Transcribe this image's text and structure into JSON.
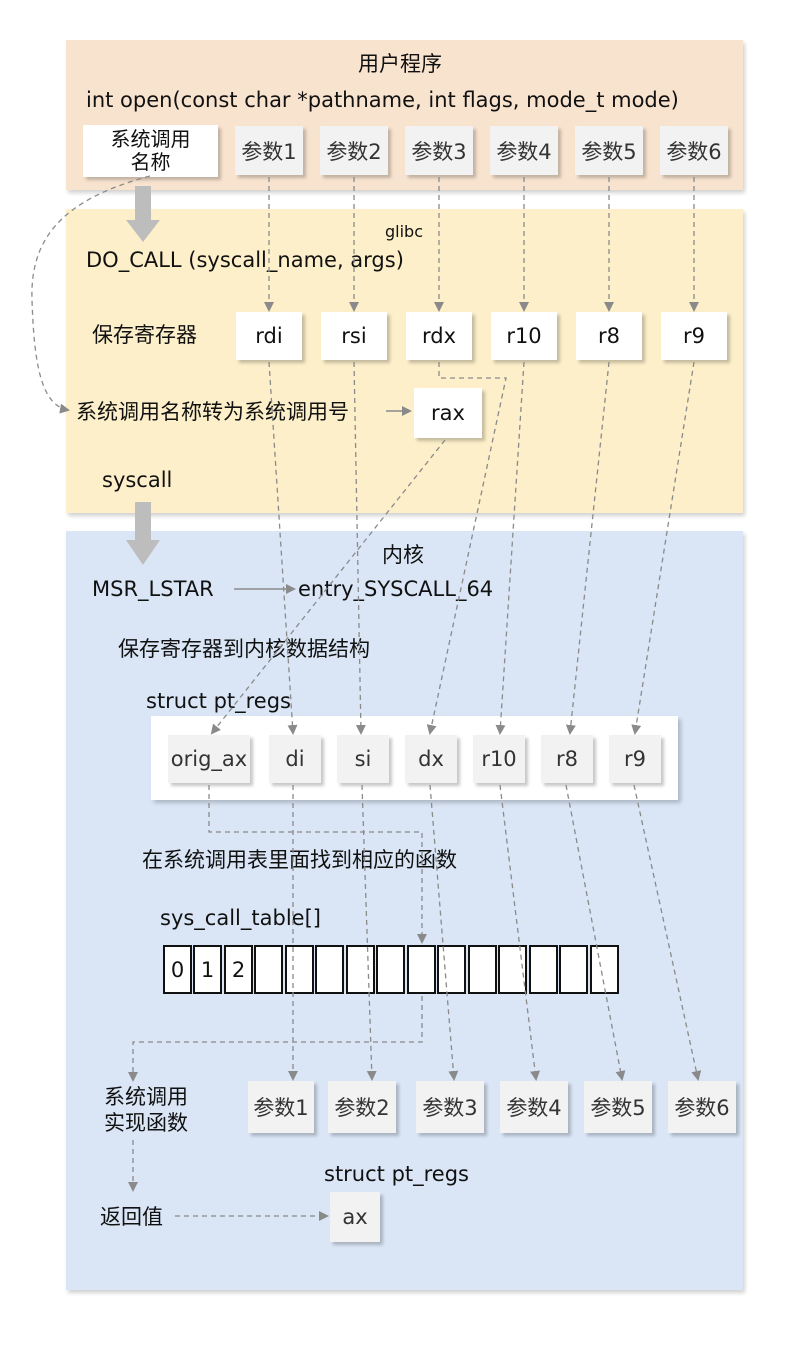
{
  "user": {
    "title": "用户程序",
    "signature": "int open(const char *pathname, int flags, mode_t mode)",
    "syscall_name_box": "系统调用\n名称",
    "params": [
      "参数1",
      "参数2",
      "参数3",
      "参数4",
      "参数5",
      "参数6"
    ]
  },
  "glibc": {
    "label": "glibc",
    "do_call": "DO_CALL (syscall_name, args)",
    "save_regs": "保存寄存器",
    "regs": [
      "rdi",
      "rsi",
      "rdx",
      "r10",
      "r8",
      "r9"
    ],
    "convert_text": "系统调用名称转为系统调用号",
    "rax": "rax",
    "syscall": "syscall"
  },
  "kernel": {
    "title": "内核",
    "msr": "MSR_LSTAR",
    "entry": "entry_SYSCALL_64",
    "save_to_kernel": "保存寄存器到内核数据结构",
    "pt_regs_label": "struct pt_regs",
    "pt_regs_fields": [
      "orig_ax",
      "di",
      "si",
      "dx",
      "r10",
      "r8",
      "r9"
    ],
    "find_in_table": "在系统调用表里面找到相应的函数",
    "table_label": "sys_call_table[]",
    "table_cells": [
      "0",
      "1",
      "2",
      "",
      "",
      "",
      "",
      "",
      "",
      "",
      "",
      "",
      "",
      "",
      ""
    ],
    "impl_label": "系统调用\n实现函数",
    "impl_params": [
      "参数1",
      "参数2",
      "参数3",
      "参数4",
      "参数5",
      "参数6"
    ],
    "return_label": "返回值",
    "ret_struct_label": "struct pt_regs",
    "ax": "ax"
  }
}
